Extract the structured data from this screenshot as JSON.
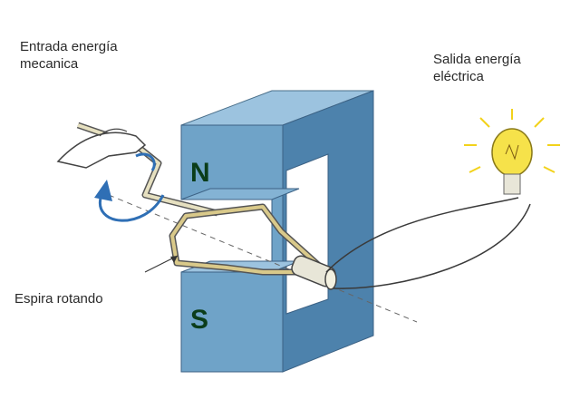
{
  "labels": {
    "input_energy": [
      "Entrada energía",
      "mecanica"
    ],
    "output_energy": [
      "Salida energía",
      "eléctrica"
    ],
    "rotating_coil": "Espira rotando"
  },
  "poles": {
    "north": "N",
    "south": "S"
  },
  "colors": {
    "magnet_front": "#6fa3c8",
    "magnet_side": "#4d82ac",
    "magnet_top": "#9cc3df",
    "pole_text": "#0b3d1a",
    "wire": "#3a3a3a",
    "coil": "#d9c98a",
    "rotation_arrow": "#2f6fb5",
    "bulb_glow": "#f2d21b"
  }
}
